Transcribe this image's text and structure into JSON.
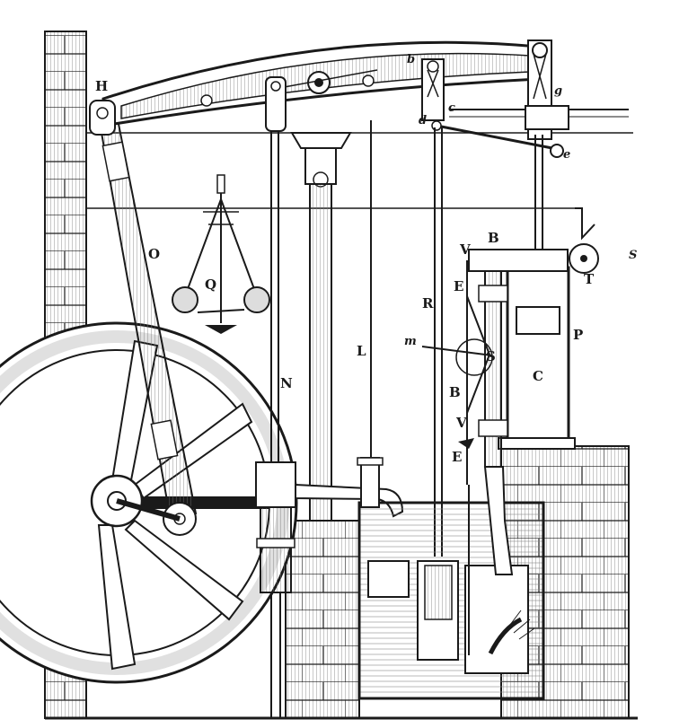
{
  "labels": {
    "H": "H",
    "b": "b",
    "g": "g",
    "c_upper": "c",
    "d": "d",
    "e": "e",
    "O": "O",
    "Q": "Q",
    "S": "S",
    "V_top": "V",
    "B_top": "B",
    "T": "T",
    "E_top": "E",
    "R": "R",
    "P": "P",
    "m": "m",
    "s_small": "S",
    "C": "C",
    "B_mid": "B",
    "L": "L",
    "N": "N",
    "V_mid": "V",
    "E_bottom": "E"
  }
}
